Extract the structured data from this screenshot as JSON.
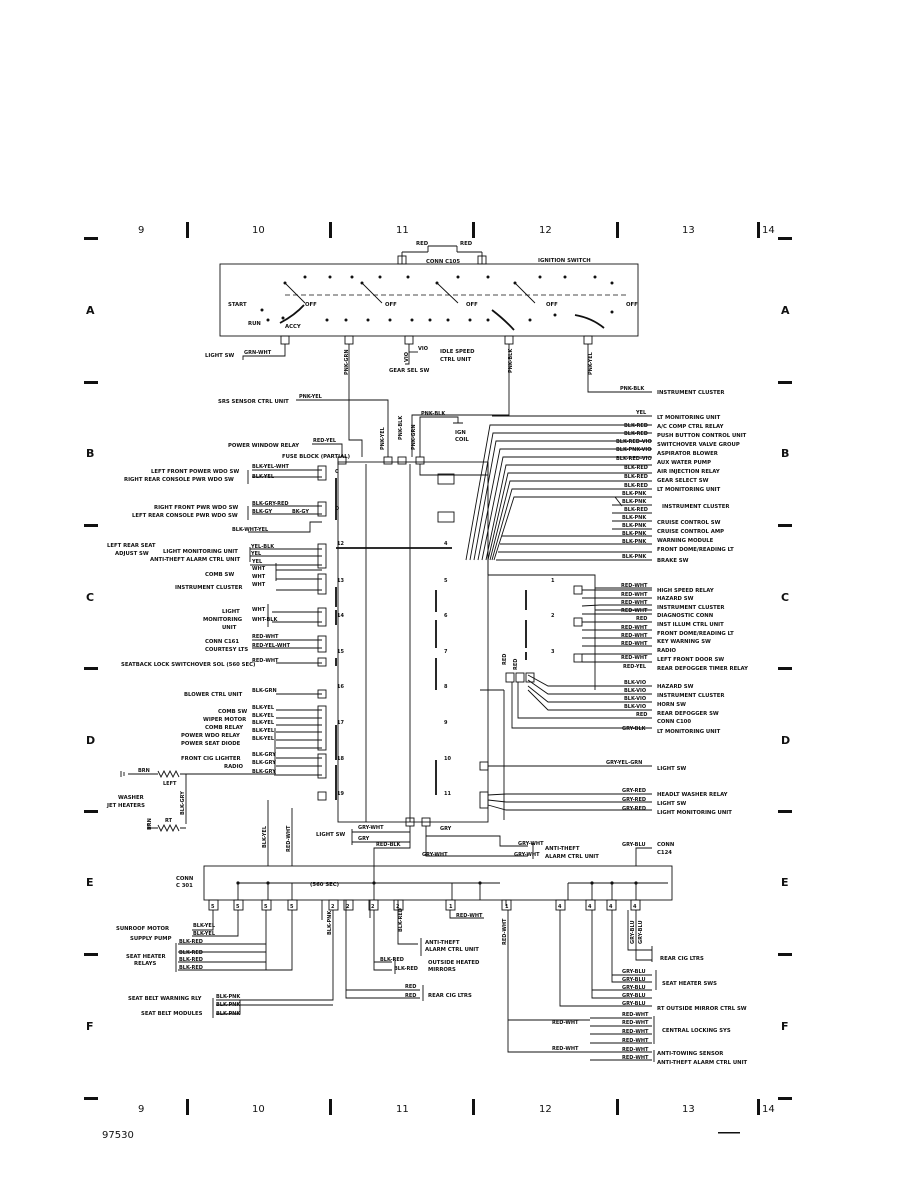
{
  "grid": {
    "columns": [
      "9",
      "10",
      "11",
      "12",
      "13",
      "14"
    ],
    "rows": [
      "A",
      "B",
      "C",
      "D",
      "E",
      "F"
    ]
  },
  "ignition": {
    "title": "IGNITION SWITCH",
    "conn": "CONN C105",
    "red_a": "RED",
    "red_b": "RED",
    "start": "START",
    "run": "RUN",
    "accy": "ACCY",
    "off": "OFF"
  },
  "top_labels": {
    "light_sw": "LIGHT SW",
    "grn_wht": "GRN-WHT",
    "pnk_grn": "PNK-GRN",
    "vio": "VIO",
    "vio2": "VIO",
    "idle": "IDLE SPEED",
    "idle2": "CTRL UNIT",
    "gear_sel": "GEAR SEL SW",
    "pnk_blk_v": "PNK-BLK",
    "pnk_yel_v": "PNK-YEL",
    "pnk_blk_h": "PNK-BLK",
    "inst_cluster": "INSTRUMENT CLUSTER",
    "srs": "SRS SENSOR CTRL UNIT",
    "pnk_yel_h": "PNK-YEL",
    "pnk_blk_ign": "PNK-BLK",
    "ign_coil1": "IGN",
    "ign_coil2": "COIL",
    "pwr_relay": "POWER WINDOW RELAY",
    "red_yel": "RED-YEL",
    "fuse_block": "FUSE BLOCK (PARTIAL)",
    "v_pnk_yel": "PNK-YEL",
    "v_pnk_blk": "PNK-BLK",
    "v_pnk_grn": "PNK-GRN"
  },
  "fuse_left": [
    {
      "label": "LEFT FRONT POWER WDO SW",
      "wire": "BLK-YEL-WHT"
    },
    {
      "label": "RIGHT REAR CONSOLE PWR WDO SW",
      "wire": "BLK-YEL"
    },
    {
      "label": "RIGHT FRONT PWR WDO SW",
      "wire": "BLK-GRY-RED"
    },
    {
      "label": "LEFT REAR CONSOLE PWR WDO SW",
      "wire": "BLK-GY"
    },
    {
      "label": "",
      "wire": "BLK-WHT-YEL"
    },
    {
      "label": "LIGHT MONITORING UNIT",
      "wire": "YEL-BLK"
    },
    {
      "label": "ANTI-THEFT ALARM CTRL UNIT",
      "wire": "YEL"
    },
    {
      "label": "",
      "wire": "YEL"
    },
    {
      "label": "COMB SW",
      "wire": "WHT"
    },
    {
      "label": "",
      "wire": "WHT"
    },
    {
      "label": "INSTRUMENT CLUSTER",
      "wire": "WHT"
    },
    {
      "label": "LIGHT MONITORING UNIT",
      "wire": "WHT"
    },
    {
      "label": "",
      "wire": "WHT-BLK"
    },
    {
      "label": "CONN C161",
      "wire": "RED-WHT"
    },
    {
      "label": "COURTESY LTS",
      "wire": "RED-YEL-WHT"
    },
    {
      "label": "SEATBACK LOCK SWITCHOVER SOL (560 SEC)",
      "wire": "RED-WHT"
    },
    {
      "label": "BLOWER CTRL UNIT",
      "wire": "BLK-GRN"
    },
    {
      "label": "COMB SW",
      "wire": "BLK-YEL"
    },
    {
      "label": "WIPER MOTOR",
      "wire": "BLK-YEL"
    },
    {
      "label": "COMB RELAY",
      "wire": "BLK-YEL"
    },
    {
      "label": "POWER WDO RELAY",
      "wire": "BLK-YEL"
    },
    {
      "label": "POWER SEAT DIODE",
      "wire": "BLK-YEL"
    },
    {
      "label": "FRONT CIG LIGHTER",
      "wire": "BLK-GRY"
    },
    {
      "label": "RADIO",
      "wire": "BLK-GRY"
    },
    {
      "label": "",
      "wire": "BLK-GRY"
    }
  ],
  "left_misc": {
    "left_rear_seat": "LEFT REAR SEAT",
    "adjust_sw": "ADJUST SW",
    "bk_gy2": "BK-GY",
    "brn1": "BRN",
    "left": "LEFT",
    "brn2": "BRN",
    "rt": "RT",
    "blk_gry_v": "BLK-GRY",
    "washer1": "WASHER",
    "washer2": "JET HEATERS",
    "light": "LIGHT",
    "monitoring": "MONITORING",
    "unit": "UNIT"
  },
  "fuse_numbers": [
    "C",
    "D",
    "12",
    "4",
    "13",
    "5",
    "14",
    "6",
    "15",
    "7",
    "16",
    "8",
    "17",
    "9",
    "18",
    "10",
    "19",
    "11",
    "1",
    "2",
    "3"
  ],
  "fuse_right_top": [
    {
      "wire": "YEL",
      "label": "LT MONITORING UNIT"
    },
    {
      "wire": "BLK-RED",
      "label": "A/C COMP CTRL RELAY"
    },
    {
      "wire": "BLK-RED",
      "label": "PUSH BUTTON CONTROL UNIT"
    },
    {
      "wire": "BLK-RED-VIO",
      "label": "SWITCHOVER VALVE GROUP"
    },
    {
      "wire": "BLK-PNK-VIO",
      "label": "ASPIRATOR BLOWER"
    },
    {
      "wire": "BLK-RED-VIO",
      "label": "AUX WATER PUMP"
    },
    {
      "wire": "BLK-RED",
      "label": "AIR INJECTION RELAY"
    },
    {
      "wire": "BLK-RED",
      "label": "GEAR SELECT SW"
    },
    {
      "wire": "BLK-RED",
      "label": "LT MONITORING UNIT"
    },
    {
      "wire": "BLK-PNK",
      "label": ""
    },
    {
      "wire": "BLK-PNK",
      "label": "INSTRUMENT CLUSTER"
    },
    {
      "wire": "BLK-RED",
      "label": ""
    },
    {
      "wire": "BLK-PNK",
      "label": "CRUISE CONTROL SW"
    },
    {
      "wire": "BLK-PNK",
      "label": "CRUISE CONTROL AMP"
    },
    {
      "wire": "BLK-PNK",
      "label": "WARNING MODULE"
    },
    {
      "wire": "BLK-PNK",
      "label": "FRONT DOME/READING LT"
    },
    {
      "wire": "BLK-PNK",
      "label": "BRAKE SW"
    }
  ],
  "fuse_right_mid": [
    {
      "wire": "RED-WHT",
      "label": "HIGH SPEED RELAY"
    },
    {
      "wire": "RED-WHT",
      "label": "HAZARD SW"
    },
    {
      "wire": "RED-WHT",
      "label": "INSTRUMENT CLUSTER"
    },
    {
      "wire": "RED-WHT",
      "label": "DIAGNOSTIC CONN"
    },
    {
      "wire": "RED",
      "label": "INST ILLUM CTRL UNIT"
    },
    {
      "wire": "RED-WHT",
      "label": "FRONT DOME/READING LT"
    },
    {
      "wire": "RED-WHT",
      "label": "KEY WARNING SW"
    },
    {
      "wire": "RED-WHT",
      "label": "RADIO"
    },
    {
      "wire": "RED-WHT",
      "label": "LEFT FRONT DOOR SW"
    },
    {
      "wire": "RED-YEL",
      "label": "REAR DEFOGGER TIMER RELAY"
    }
  ],
  "fuse_right_low": [
    {
      "wire": "BLK-VIO",
      "label": "HAZARD SW"
    },
    {
      "wire": "BLK-VIO",
      "label": "INSTRUMENT CLUSTER"
    },
    {
      "wire": "BLK-VIO",
      "label": "HORN SW"
    },
    {
      "wire": "BLK-VIO",
      "label": "REAR DEFOGGER SW"
    },
    {
      "wire": "RED",
      "label": "CONN C100"
    },
    {
      "wire": "GRY-BLK",
      "label": "LT MONITORING UNIT"
    }
  ],
  "fuse_right_bot": {
    "gry_yel_grn": "GRY-YEL-GRN",
    "light_sw": "LIGHT SW",
    "rows": [
      {
        "wire": "GRY-RED",
        "label": "HEADLT WASHER RELAY"
      },
      {
        "wire": "GRY-RED",
        "label": "LIGHT SW"
      },
      {
        "wire": "GRY-RED",
        "label": "LIGHT MONITORING UNIT"
      }
    ],
    "red_v1": "RED",
    "red_v2": "RED"
  },
  "bottom_mid": {
    "gry_wht1": "GRY-WHT",
    "gry1": "GRY",
    "light_sw": "LIGHT SW",
    "gry2": "GRY",
    "red_blk": "RED-BLK",
    "gry_wht2": "GRY-WHT",
    "gry_wht3": "GRY-WHT",
    "anti_theft1": "ANTI-THEFT",
    "anti_theft2": "ALARM CTRL UNIT",
    "gry_blu": "GRY-BLU",
    "conn_c124a": "CONN",
    "conn_c124b": "C124",
    "blk_yel_v": "BLK-YEL",
    "red_wht_v": "RED-WHT"
  },
  "conn301": {
    "conn": "CONN",
    "c301": "C 301",
    "sec": "(560 SEC)",
    "pins": [
      "5",
      "5",
      "5",
      "5",
      "2",
      "2",
      "2",
      "2",
      "1",
      "1",
      "4",
      "4",
      "4",
      "4"
    ]
  },
  "bottom_left": {
    "sunroof": "SUNROOF MOTOR",
    "supply": "SUPPLY PUMP",
    "blk_yel1": "BLK-YEL",
    "blk_yel2": "BLK-YEL",
    "blk_red": [
      "BLK-RED",
      "BLK-RED",
      "BLK-RED",
      "BLK-RED",
      "BLK-RED"
    ],
    "seat_heater1": "SEAT HEATER",
    "seat_heater2": "RELAYS",
    "sb_warning": "SEAT BELT WARNING RLY",
    "sb_modules": "SEAT BELT MODULES",
    "blk_pnk": [
      "BLK-PNK",
      "BLK-PNK",
      "BLK-PNK"
    ],
    "blk_pnk_v": "BLK-PNK",
    "blk_red_v": "BLK-RED"
  },
  "bottom_center": {
    "anti_theft1": "ANTI-THEFT",
    "anti_theft2": "ALARM CTRL UNIT",
    "blk_red1": "BLK-RED",
    "blk_red2": "BLK-RED",
    "outside1": "OUTSIDE HEATED",
    "outside2": "MIRRORS",
    "red1": "RED",
    "red2": "RED",
    "rear_cig": "REAR CIG LTRS",
    "red_wht_h": "RED-WHT",
    "red_wht_v": "RED-WHT"
  },
  "bottom_right": {
    "gry_blu_v1": "GRY-BLU",
    "gry_blu_v2": "GRY-BLU",
    "rear_cig": "REAR CIG LTRS",
    "gry_blu_rows": [
      "GRY-BLU",
      "GRY-BLU",
      "GRY-BLU",
      "GRY-BLU",
      "GRY-BLU"
    ],
    "seat_heater_sws": "SEAT HEATER SWS",
    "rt_mirror": "RT OUTSIDE MIRROR CTRL SW",
    "red_wht_rows": [
      "RED-WHT",
      "RED-WHT",
      "RED-WHT",
      "RED-WHT",
      "RED-WHT",
      "RED-WHT"
    ],
    "red_wht_left1": "RED-WHT",
    "red_wht_left2": "RED-WHT",
    "central": "CENTRAL LOCKING SYS",
    "anti_towing": "ANTI-TOWING SENSOR",
    "anti_theft": "ANTI-THEFT ALARM CTRL UNIT"
  },
  "page_number": "97530"
}
